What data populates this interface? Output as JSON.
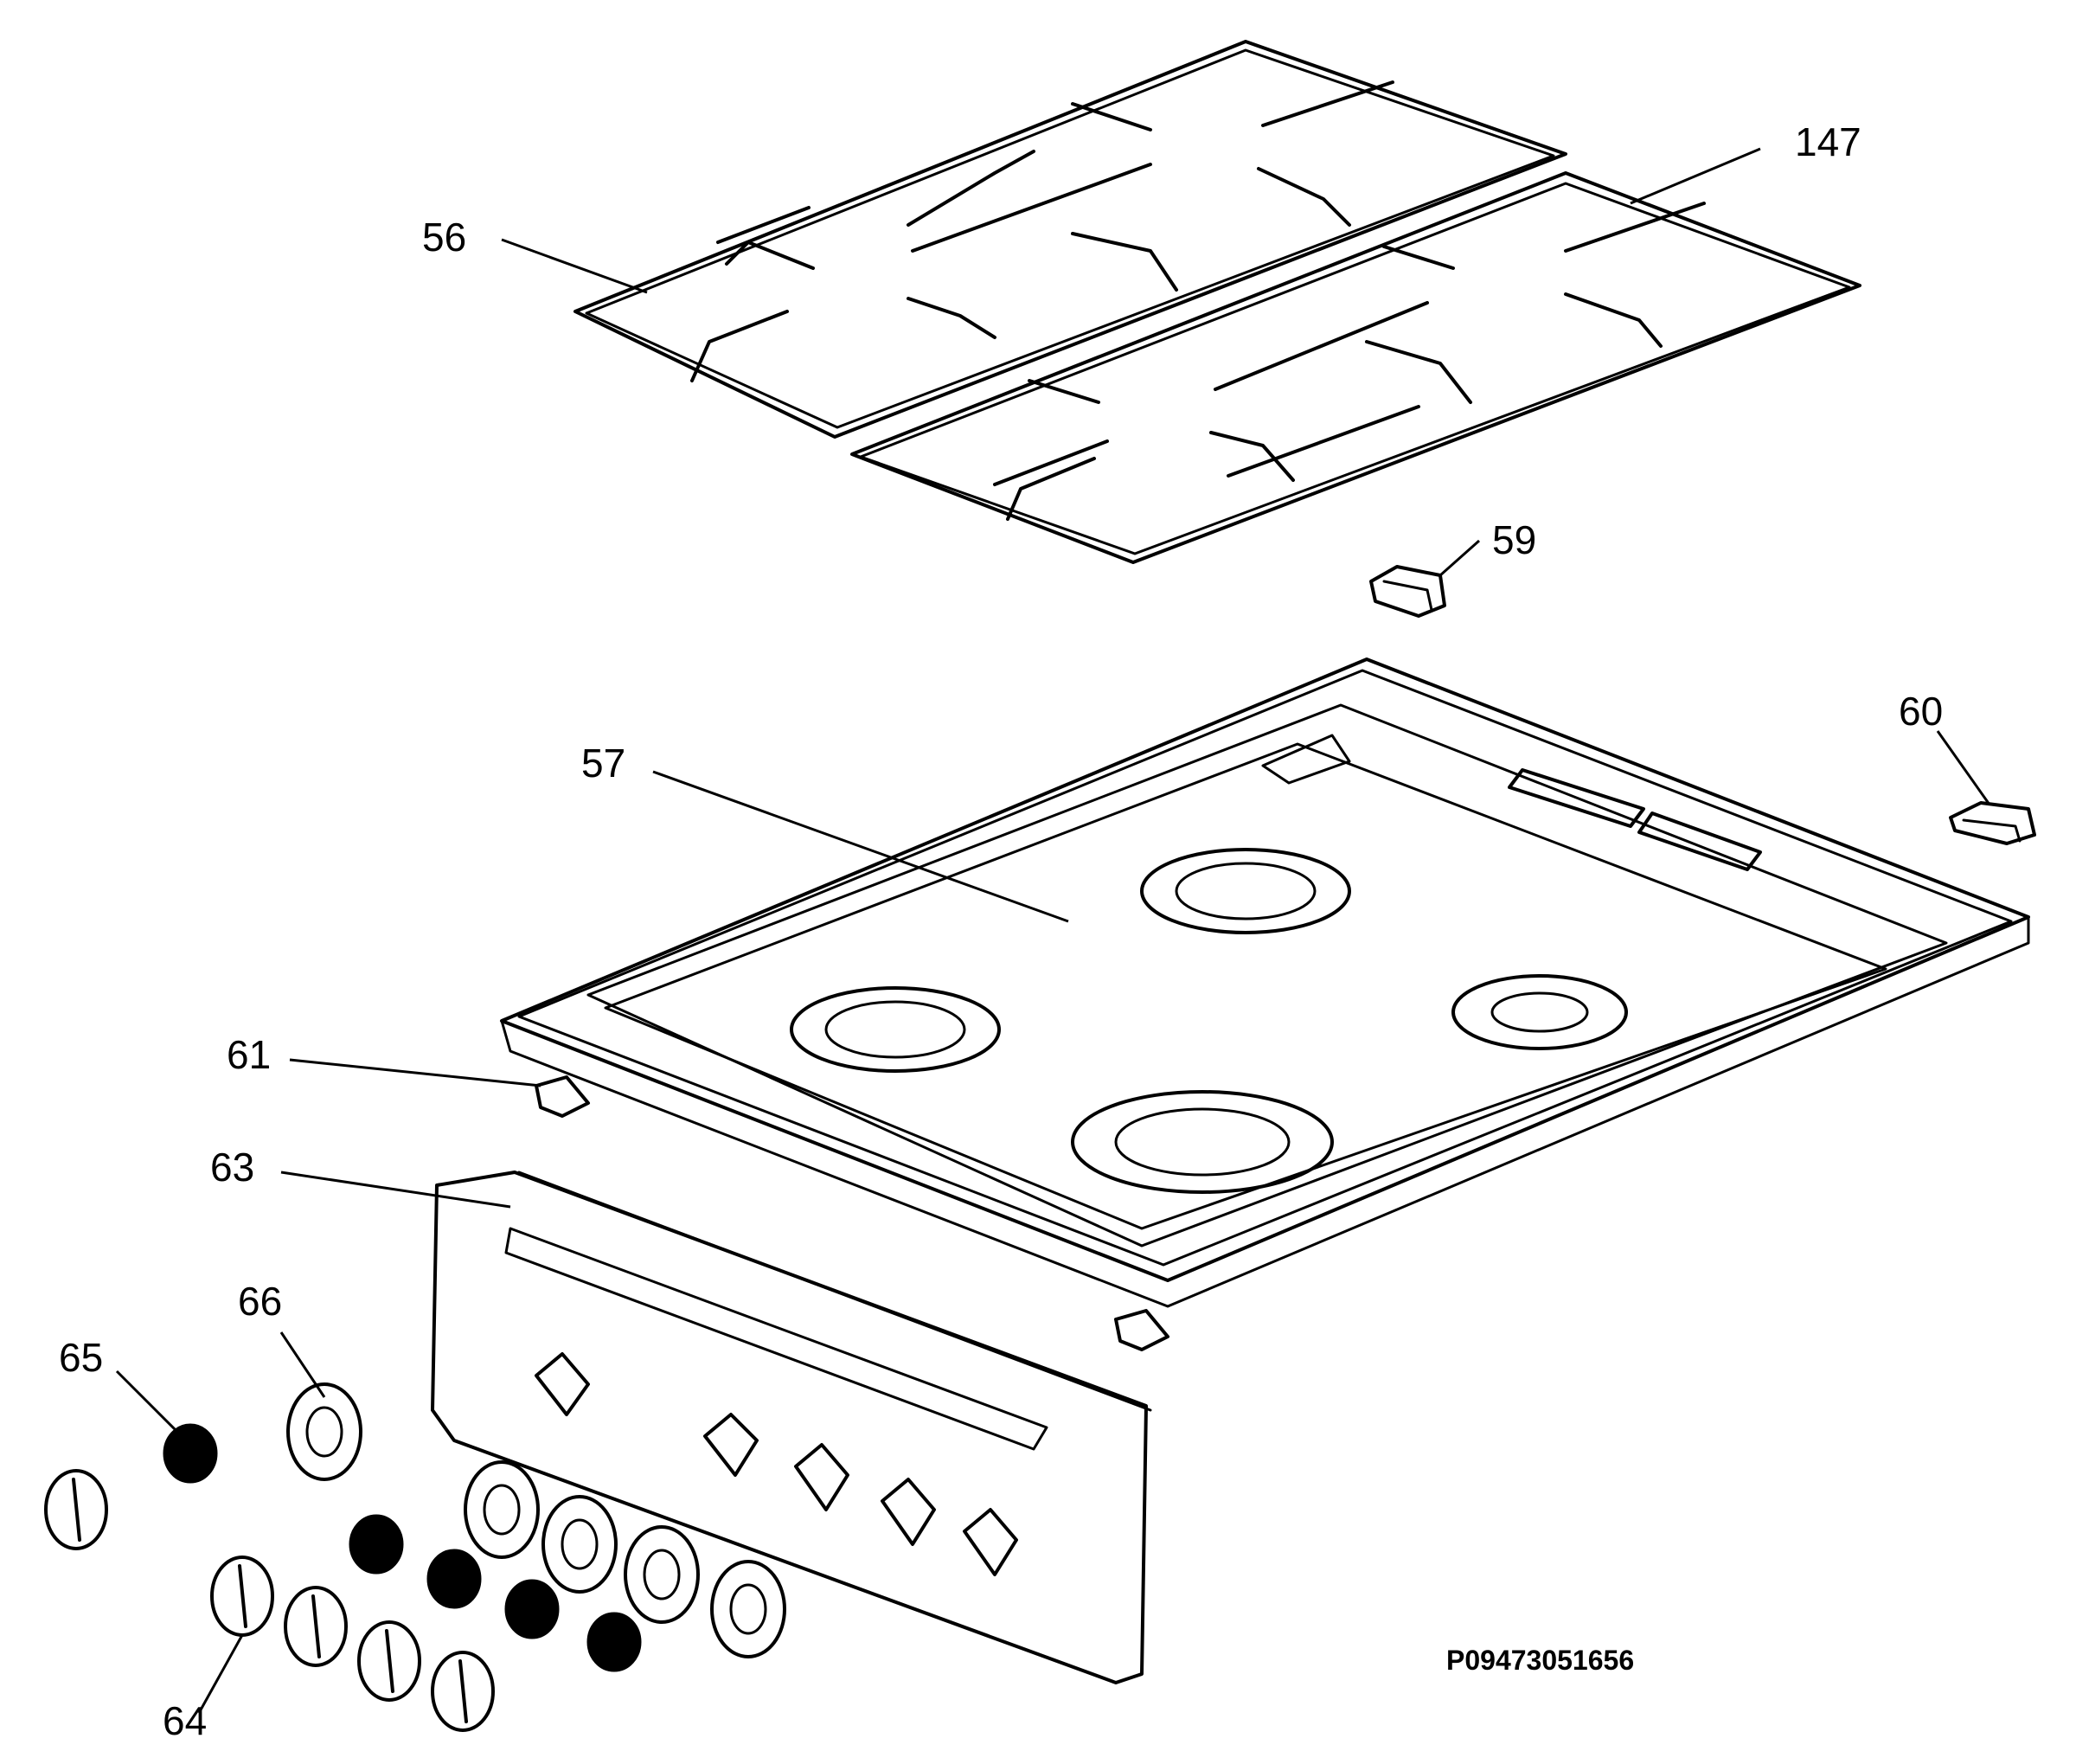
{
  "callouts": {
    "c56": "56",
    "c147": "147",
    "c59": "59",
    "c60": "60",
    "c57": "57",
    "c61": "61",
    "c63": "63",
    "c66": "66",
    "c65": "65",
    "c64": "64"
  },
  "drawing_code": "P09473051656"
}
